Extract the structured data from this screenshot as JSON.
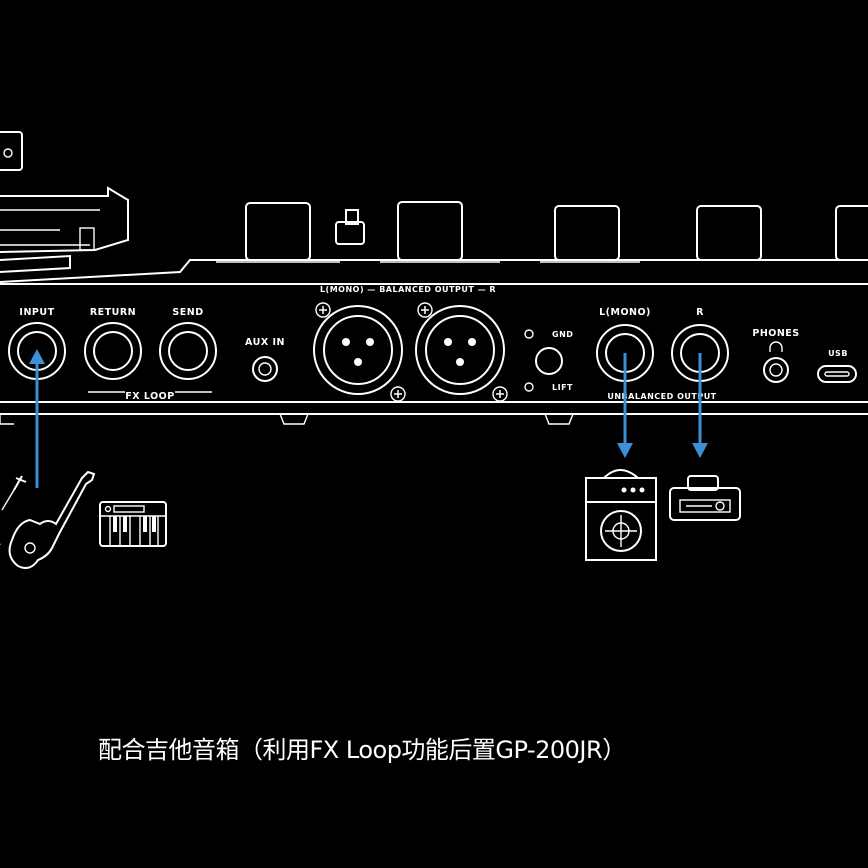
{
  "panel": {
    "jack_labels": {
      "input": "INPUT",
      "return": "RETURN",
      "send": "SEND",
      "aux_in": "AUX IN",
      "fx_loop": "FX LOOP",
      "balanced_output": "L(MONO) — BALANCED OUTPUT — R",
      "gnd": "GND",
      "lift": "LIFT",
      "unbalanced_left": "L(MONO)",
      "unbalanced_right": "R",
      "unbalanced_output": "UNBALANCED OUTPUT",
      "phones": "PHONES",
      "usb": "USB"
    }
  },
  "icons": [
    "guitar-icon",
    "keyboard-icon",
    "guitar-amp-icon",
    "amp-head-icon"
  ],
  "arrow_color": "#3d8fd6",
  "caption": "配合吉他音箱（利用FX Loop功能后置GP-200JR）"
}
